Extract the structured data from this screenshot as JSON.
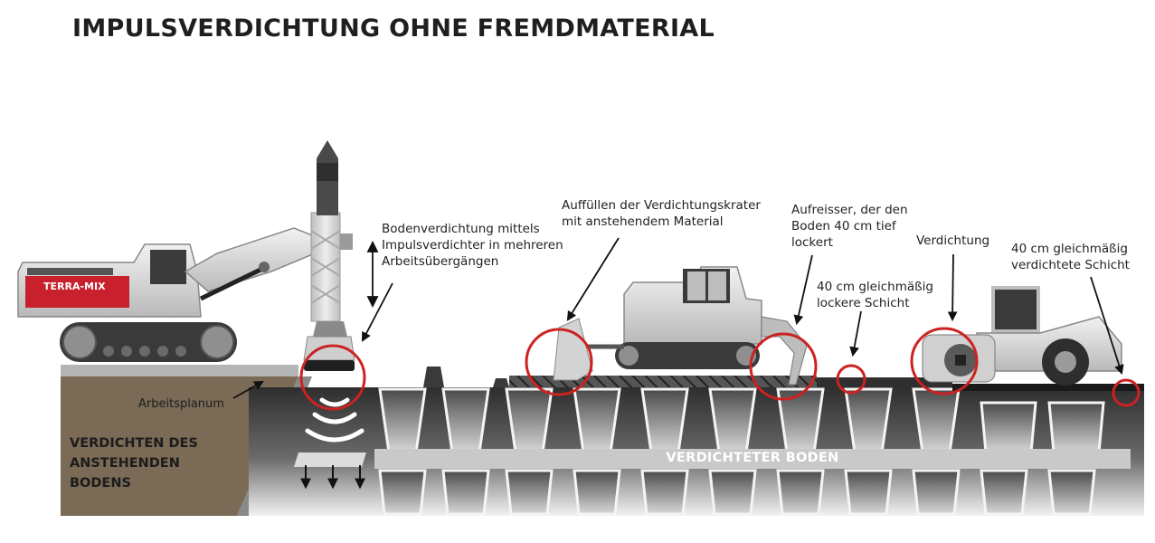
{
  "title": "IMPULSVERDICHTUNG OHNE FREMDMATERIAL",
  "machine_brand": "TERRA-MIX",
  "labels": {
    "bodenverdichtung": [
      "Bodenverdichtung mittels",
      "Impulsverdichter in mehreren",
      "Arbeitsübergängen"
    ],
    "auffuellen": [
      "Auffüllen der Verdichtungskrater",
      "mit anstehendem Material"
    ],
    "aufreisser": [
      "Aufreisser, der den",
      "Boden 40 cm tief",
      "lockert"
    ],
    "lockere": [
      "40 cm gleichmäßig",
      "lockere Schicht"
    ],
    "verdichtung": [
      "Verdichtung"
    ],
    "verdichtete": [
      "40 cm gleichmäßig",
      "verdichtete Schicht"
    ],
    "arbeitsplanum": "Arbeitsplanum",
    "verdichten": [
      "VERDICHTEN DES",
      "ANSTEHENDEN",
      "BODENS"
    ],
    "verdichteter_boden": "VERDICHTETER BODEN"
  },
  "colors": {
    "highlight_circle": "#cc2222",
    "soil_brown": "#7a6a56",
    "ground_dark": "#3a3a3a",
    "machine_grey": "#cfcfcf",
    "brand_red": "#c8202c"
  }
}
